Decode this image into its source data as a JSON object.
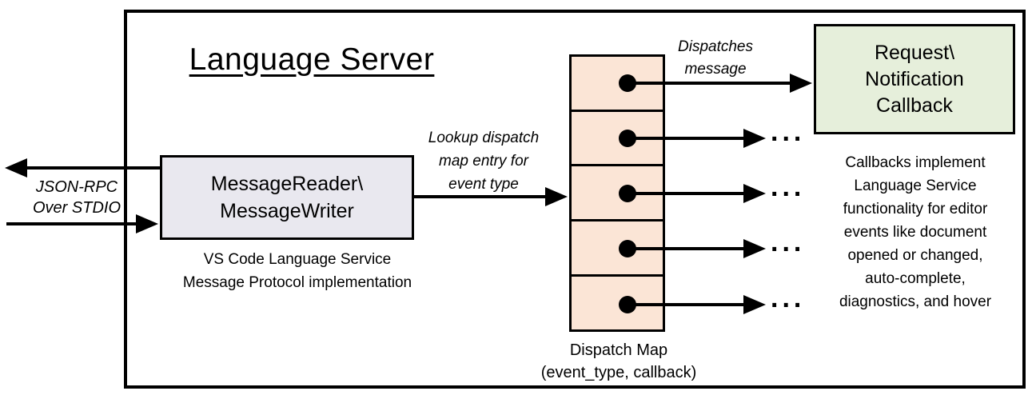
{
  "diagram": {
    "title": "Language Server",
    "io_label": "JSON-RPC\nOver STDIO",
    "reader_box_label": "MessageReader\\\nMessageWriter",
    "reader_caption": "VS Code Language Service\nMessage Protocol implementation",
    "lookup_label": "Lookup dispatch\nmap entry for\nevent type",
    "dispatch_label": "Dispatches\nmessage",
    "callback_box_label": "Request\\\nNotification\nCallback",
    "callback_caption": "Callbacks implement\nLanguage Service\nfunctionality for editor\nevents like document\nopened or changed,\nauto-complete,\ndiagnostics, and hover",
    "map_caption": "Dispatch Map\n(event_type, callback)",
    "ellipsis": "...",
    "map_cell_count": 5,
    "colors": {
      "reader_box_fill": "#e9e8ef",
      "dispatch_map_fill": "#fbe5d6",
      "callback_box_fill": "#e6efdb",
      "line": "#000000",
      "background": "#ffffff"
    }
  }
}
